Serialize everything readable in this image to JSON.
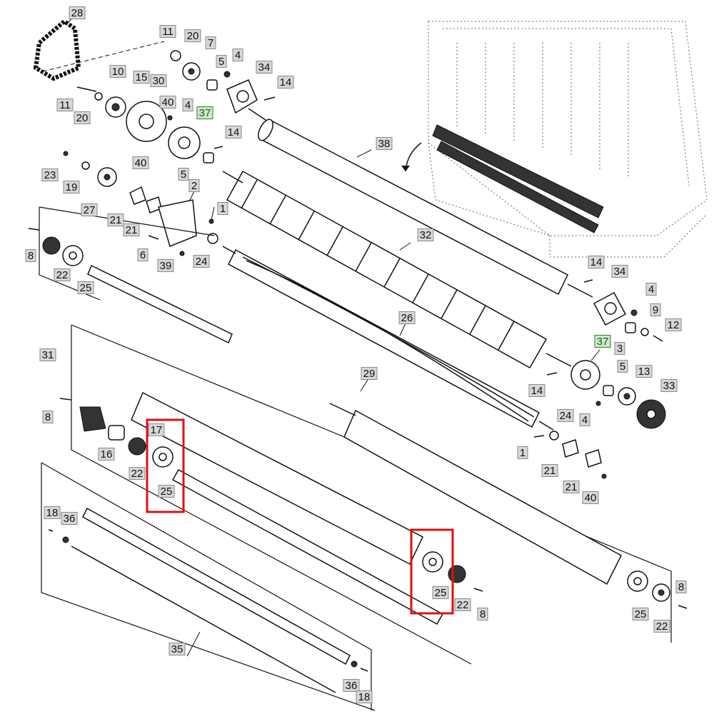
{
  "highlight_color": "#e01010",
  "callouts": [
    {
      "id": "c-28",
      "label": "28"
    },
    {
      "id": "c-11a",
      "label": "11"
    },
    {
      "id": "c-20a",
      "label": "20"
    },
    {
      "id": "c-7",
      "label": "7"
    },
    {
      "id": "c-5a",
      "label": "5"
    },
    {
      "id": "c-4a",
      "label": "4"
    },
    {
      "id": "c-34a",
      "label": "34"
    },
    {
      "id": "c-14a",
      "label": "14"
    },
    {
      "id": "c-10",
      "label": "10"
    },
    {
      "id": "c-15",
      "label": "15"
    },
    {
      "id": "c-30",
      "label": "30"
    },
    {
      "id": "c-11b",
      "label": "11"
    },
    {
      "id": "c-20b",
      "label": "20"
    },
    {
      "id": "c-40a",
      "label": "40"
    },
    {
      "id": "c-4b",
      "label": "4"
    },
    {
      "id": "c-37a",
      "label": "37",
      "highlight": true
    },
    {
      "id": "c-14b",
      "label": "14"
    },
    {
      "id": "c-38",
      "label": "38"
    },
    {
      "id": "c-23",
      "label": "23"
    },
    {
      "id": "c-19",
      "label": "19"
    },
    {
      "id": "c-40b",
      "label": "40"
    },
    {
      "id": "c-5b",
      "label": "5"
    },
    {
      "id": "c-2",
      "label": "2"
    },
    {
      "id": "c-27",
      "label": "27"
    },
    {
      "id": "c-21a",
      "label": "21"
    },
    {
      "id": "c-21b",
      "label": "21"
    },
    {
      "id": "c-1a",
      "label": "1"
    },
    {
      "id": "c-6",
      "label": "6"
    },
    {
      "id": "c-39",
      "label": "39"
    },
    {
      "id": "c-24a",
      "label": "24"
    },
    {
      "id": "c-8a",
      "label": "8"
    },
    {
      "id": "c-22a",
      "label": "22"
    },
    {
      "id": "c-25a",
      "label": "25"
    },
    {
      "id": "c-32",
      "label": "32"
    },
    {
      "id": "c-14c",
      "label": "14"
    },
    {
      "id": "c-34b",
      "label": "34"
    },
    {
      "id": "c-4c",
      "label": "4"
    },
    {
      "id": "c-9",
      "label": "9"
    },
    {
      "id": "c-12",
      "label": "12"
    },
    {
      "id": "c-3",
      "label": "3"
    },
    {
      "id": "c-26",
      "label": "26"
    },
    {
      "id": "c-37b",
      "label": "37",
      "highlight": true
    },
    {
      "id": "c-31",
      "label": "31"
    },
    {
      "id": "c-29",
      "label": "29"
    },
    {
      "id": "c-5c",
      "label": "5"
    },
    {
      "id": "c-13",
      "label": "13"
    },
    {
      "id": "c-14d",
      "label": "14"
    },
    {
      "id": "c-33",
      "label": "33"
    },
    {
      "id": "c-24b",
      "label": "24"
    },
    {
      "id": "c-4d",
      "label": "4"
    },
    {
      "id": "c-8b",
      "label": "8"
    },
    {
      "id": "c-17",
      "label": "17"
    },
    {
      "id": "c-16",
      "label": "16"
    },
    {
      "id": "c-22b",
      "label": "22"
    },
    {
      "id": "c-25b",
      "label": "25"
    },
    {
      "id": "c-1b",
      "label": "1"
    },
    {
      "id": "c-21c",
      "label": "21"
    },
    {
      "id": "c-21d",
      "label": "21"
    },
    {
      "id": "c-40c",
      "label": "40"
    },
    {
      "id": "c-18a",
      "label": "18"
    },
    {
      "id": "c-36a",
      "label": "36"
    },
    {
      "id": "c-25c",
      "label": "25"
    },
    {
      "id": "c-22c",
      "label": "22"
    },
    {
      "id": "c-8c",
      "label": "8"
    },
    {
      "id": "c-8d",
      "label": "8"
    },
    {
      "id": "c-25d",
      "label": "25"
    },
    {
      "id": "c-22d",
      "label": "22"
    },
    {
      "id": "c-35",
      "label": "35"
    },
    {
      "id": "c-36b",
      "label": "36"
    },
    {
      "id": "c-18b",
      "label": "18"
    }
  ]
}
